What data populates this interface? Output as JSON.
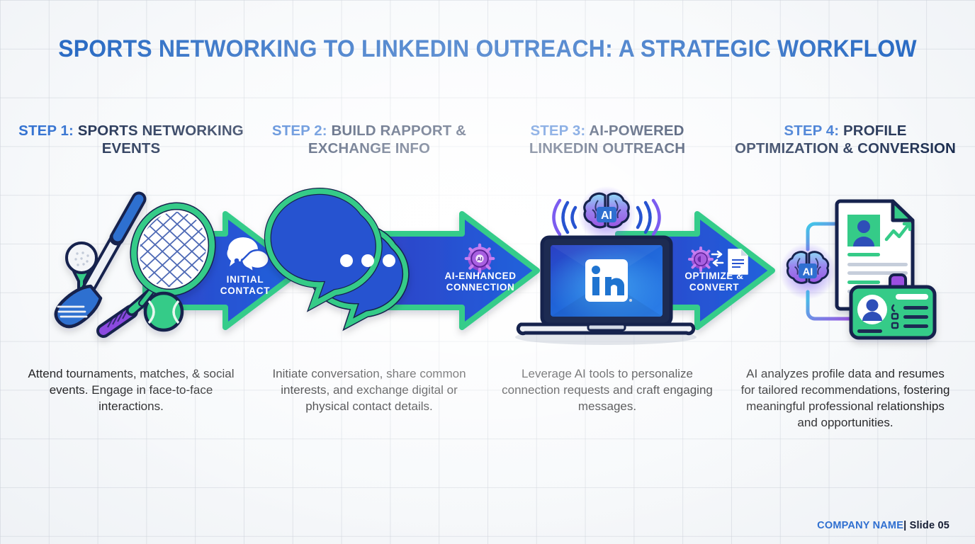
{
  "slide": {
    "title": "SPORTS NETWORKING TO LINKEDIN OUTREACH: A STRATEGIC WORKFLOW",
    "footer": {
      "company": "COMPANY NAME",
      "separator": "|",
      "slide_number": "Slide 05"
    },
    "colors": {
      "title_blue": "#2b6cc4",
      "heading_navy": "#14264a",
      "step_blue": "#2f6fd0",
      "arrow_fill_start": "#2f4fd0",
      "arrow_fill_end": "#2060d8",
      "arrow_stroke_green": "#34cc8a",
      "accent_green": "#35cb88",
      "linkedin_blue": "#1f74d0",
      "ai_purple": "#9b4fe0",
      "background": "#f7f9fb"
    }
  },
  "steps": [
    {
      "step_label": "STEP 1:",
      "title_rest": " SPORTS NETWORKING EVENTS",
      "body": "Attend tournaments, matches, & social events. Engage in face-to-face interactions.",
      "illustration": "sports-equipment-illustration",
      "illustration_parts": [
        "golf-ball-on-tee",
        "golf-club",
        "tennis-racket",
        "tennis-ball"
      ]
    },
    {
      "step_label": "STEP 2:",
      "title_rest": " BUILD RAPPORT & EXCHANGE INFO",
      "body": "Initiate conversation, share common interests, and exchange digital or physical contact details.",
      "illustration": "speech-bubbles-illustration",
      "illustration_parts": [
        "speech-bubble-back",
        "speech-bubble-front",
        "typing-dots"
      ]
    },
    {
      "step_label": "STEP 3:",
      "title_rest": " AI-POWERED LINKEDIN OUTREACH",
      "body": "Leverage AI tools to personalize connection requests and craft engaging messages.",
      "illustration": "laptop-linkedin-illustration",
      "illustration_parts": [
        "laptop",
        "linkedin-logo",
        "ai-brain-icon",
        "signal-waves"
      ]
    },
    {
      "step_label": "STEP 4:",
      "title_rest": " PROFILE OPTIMIZATION & CONVERSION",
      "body": "AI analyzes profile data and resumes for tailored recommendations, fostering meaningful professional relationships and opportunities.",
      "illustration": "profile-optimization-illustration",
      "illustration_parts": [
        "ai-brain-icon",
        "resume-document",
        "id-card",
        "connector-lines"
      ]
    }
  ],
  "arrows": [
    {
      "line1": "INITIAL",
      "line2": "CONTACT",
      "icon": "chat-bubble-icon"
    },
    {
      "line1": "AI-ENHANCED",
      "line2": "CONNECTION",
      "icon": "ai-brain-icon"
    },
    {
      "line1": "OPTIMIZE &",
      "line2": "CONVERT",
      "icon": "brain-exchange-document-icon"
    }
  ]
}
